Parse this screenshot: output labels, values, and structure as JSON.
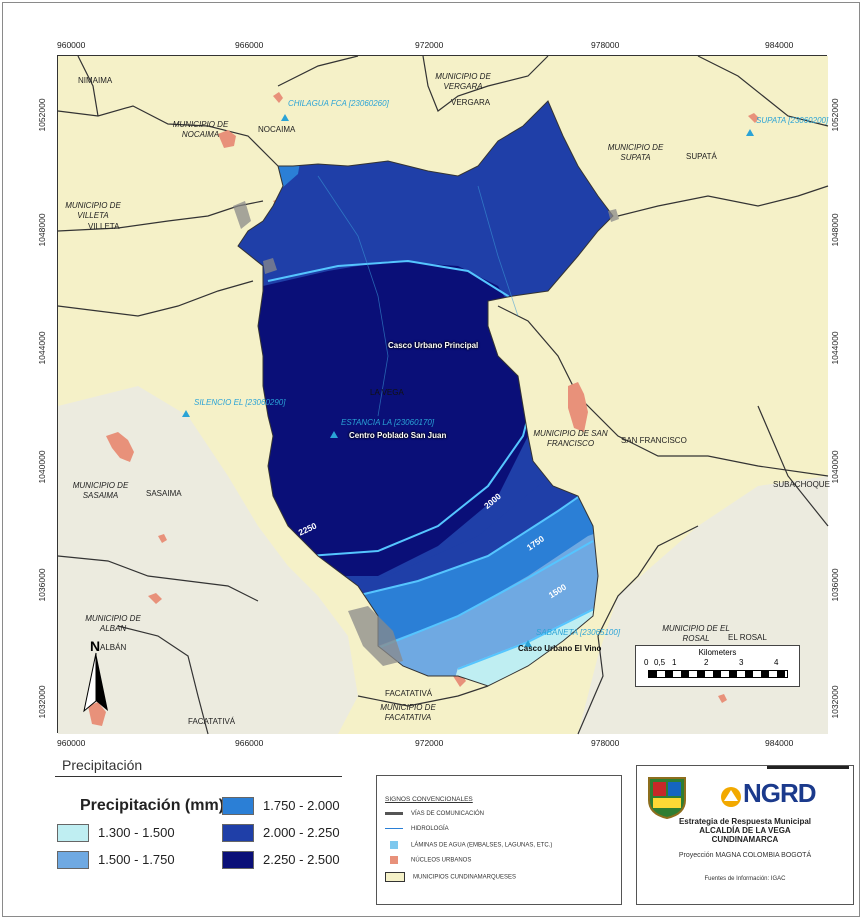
{
  "map": {
    "x_ticks": [
      "960000",
      "966000",
      "972000",
      "978000",
      "984000"
    ],
    "y_ticks": [
      "1052000",
      "1048000",
      "1044000",
      "1040000",
      "1036000",
      "1032000"
    ],
    "places": {
      "nimaima": "NIMAIMA",
      "mun_vergara": "MUNICIPIO DE VERGARA",
      "vergara": "VERGARA",
      "mun_nocaima": "MUNICIPIO DE NOCAIMA",
      "nocaima": "NOCAIMA",
      "mun_supata": "MUNICIPIO DE SUPATA",
      "supata": "SUPATÁ",
      "mun_villeta": "MUNICIPIO DE VILLETA",
      "villeta": "VILLETA",
      "la_vega": "LA VEGA",
      "mun_san_francisco": "MUNICIPIO DE SAN FRANCISCO",
      "san_francisco": "SAN FRANCISCO",
      "mun_sasaima": "MUNICIPIO DE SASAIMA",
      "sasaima": "SASAIMA",
      "subachoque": "SUBACHOQUE",
      "mun_alban": "MUNICIPIO DE ALBAN",
      "alban": "ALBÁN",
      "mun_el_rosal": "MUNICIPIO DE EL ROSAL",
      "el_rosal": "EL ROSAL",
      "facatativa_n": "FACATATIVÁ",
      "mun_facatativa": "MUNICIPIO DE FACATATIVA",
      "facatativa_s": "FACATATIVÁ"
    },
    "stations": {
      "chilagua": "CHILAGUA FCA [23060260]",
      "supata": "SUPATA [23060200]",
      "silencio": "SILENCIO EL [23060290]",
      "estancia": "ESTANCIA LA [23060170]",
      "sabaneta": "SABANETA [23065100]"
    },
    "urban": {
      "principal": "Casco Urbano Principal",
      "san_juan": "Centro Poblado San Juan",
      "el_vino": "Casco Urbano El Vino"
    },
    "isolines": [
      "2250",
      "2000",
      "1750",
      "1500"
    ],
    "north": "N",
    "scale": {
      "title": "Kilometers",
      "labels": [
        "0",
        "0,5",
        "1",
        "2",
        "3",
        "4"
      ]
    }
  },
  "legend": {
    "section_title": "Precipitación",
    "heading": "Precipitación (mm)",
    "classes": [
      {
        "label": "1.300 - 1.500",
        "color": "#bfeef2"
      },
      {
        "label": "1.500 - 1.750",
        "color": "#6fa9e2"
      },
      {
        "label": "1.750 - 2.000",
        "color": "#2b7fd6"
      },
      {
        "label": "2.000 - 2.250",
        "color": "#1f3fa8"
      },
      {
        "label": "2.250 - 2.500",
        "color": "#0a0f78"
      }
    ]
  },
  "signos": {
    "heading": "SIGNOS CONVENCIONALES",
    "items": [
      "VÍAS DE COMUNICACIÓN",
      "HIDROLOGÍA",
      "LÁMINAS DE AGUA (EMBALSES, LAGUNAS, ETC.)",
      "NÚCLEOS URBANOS",
      "MUNICIPIOS CUNDINAMARQUESES"
    ]
  },
  "credits": {
    "logo_text": "NGRD",
    "title_lines": [
      "Estrategia de Respuesta Municipal",
      "ALCALDÍA DE LA VEGA",
      "CUNDINAMARCA"
    ],
    "projection": "Proyección MAGNA COLOMBIA BOGOTÁ",
    "source": "Fuentes de Información: IGAC"
  },
  "colors": {
    "land": "#f5f1c8",
    "land_gray": "#ecebdf",
    "urban": "#e8917a",
    "boundary": "#333333"
  }
}
